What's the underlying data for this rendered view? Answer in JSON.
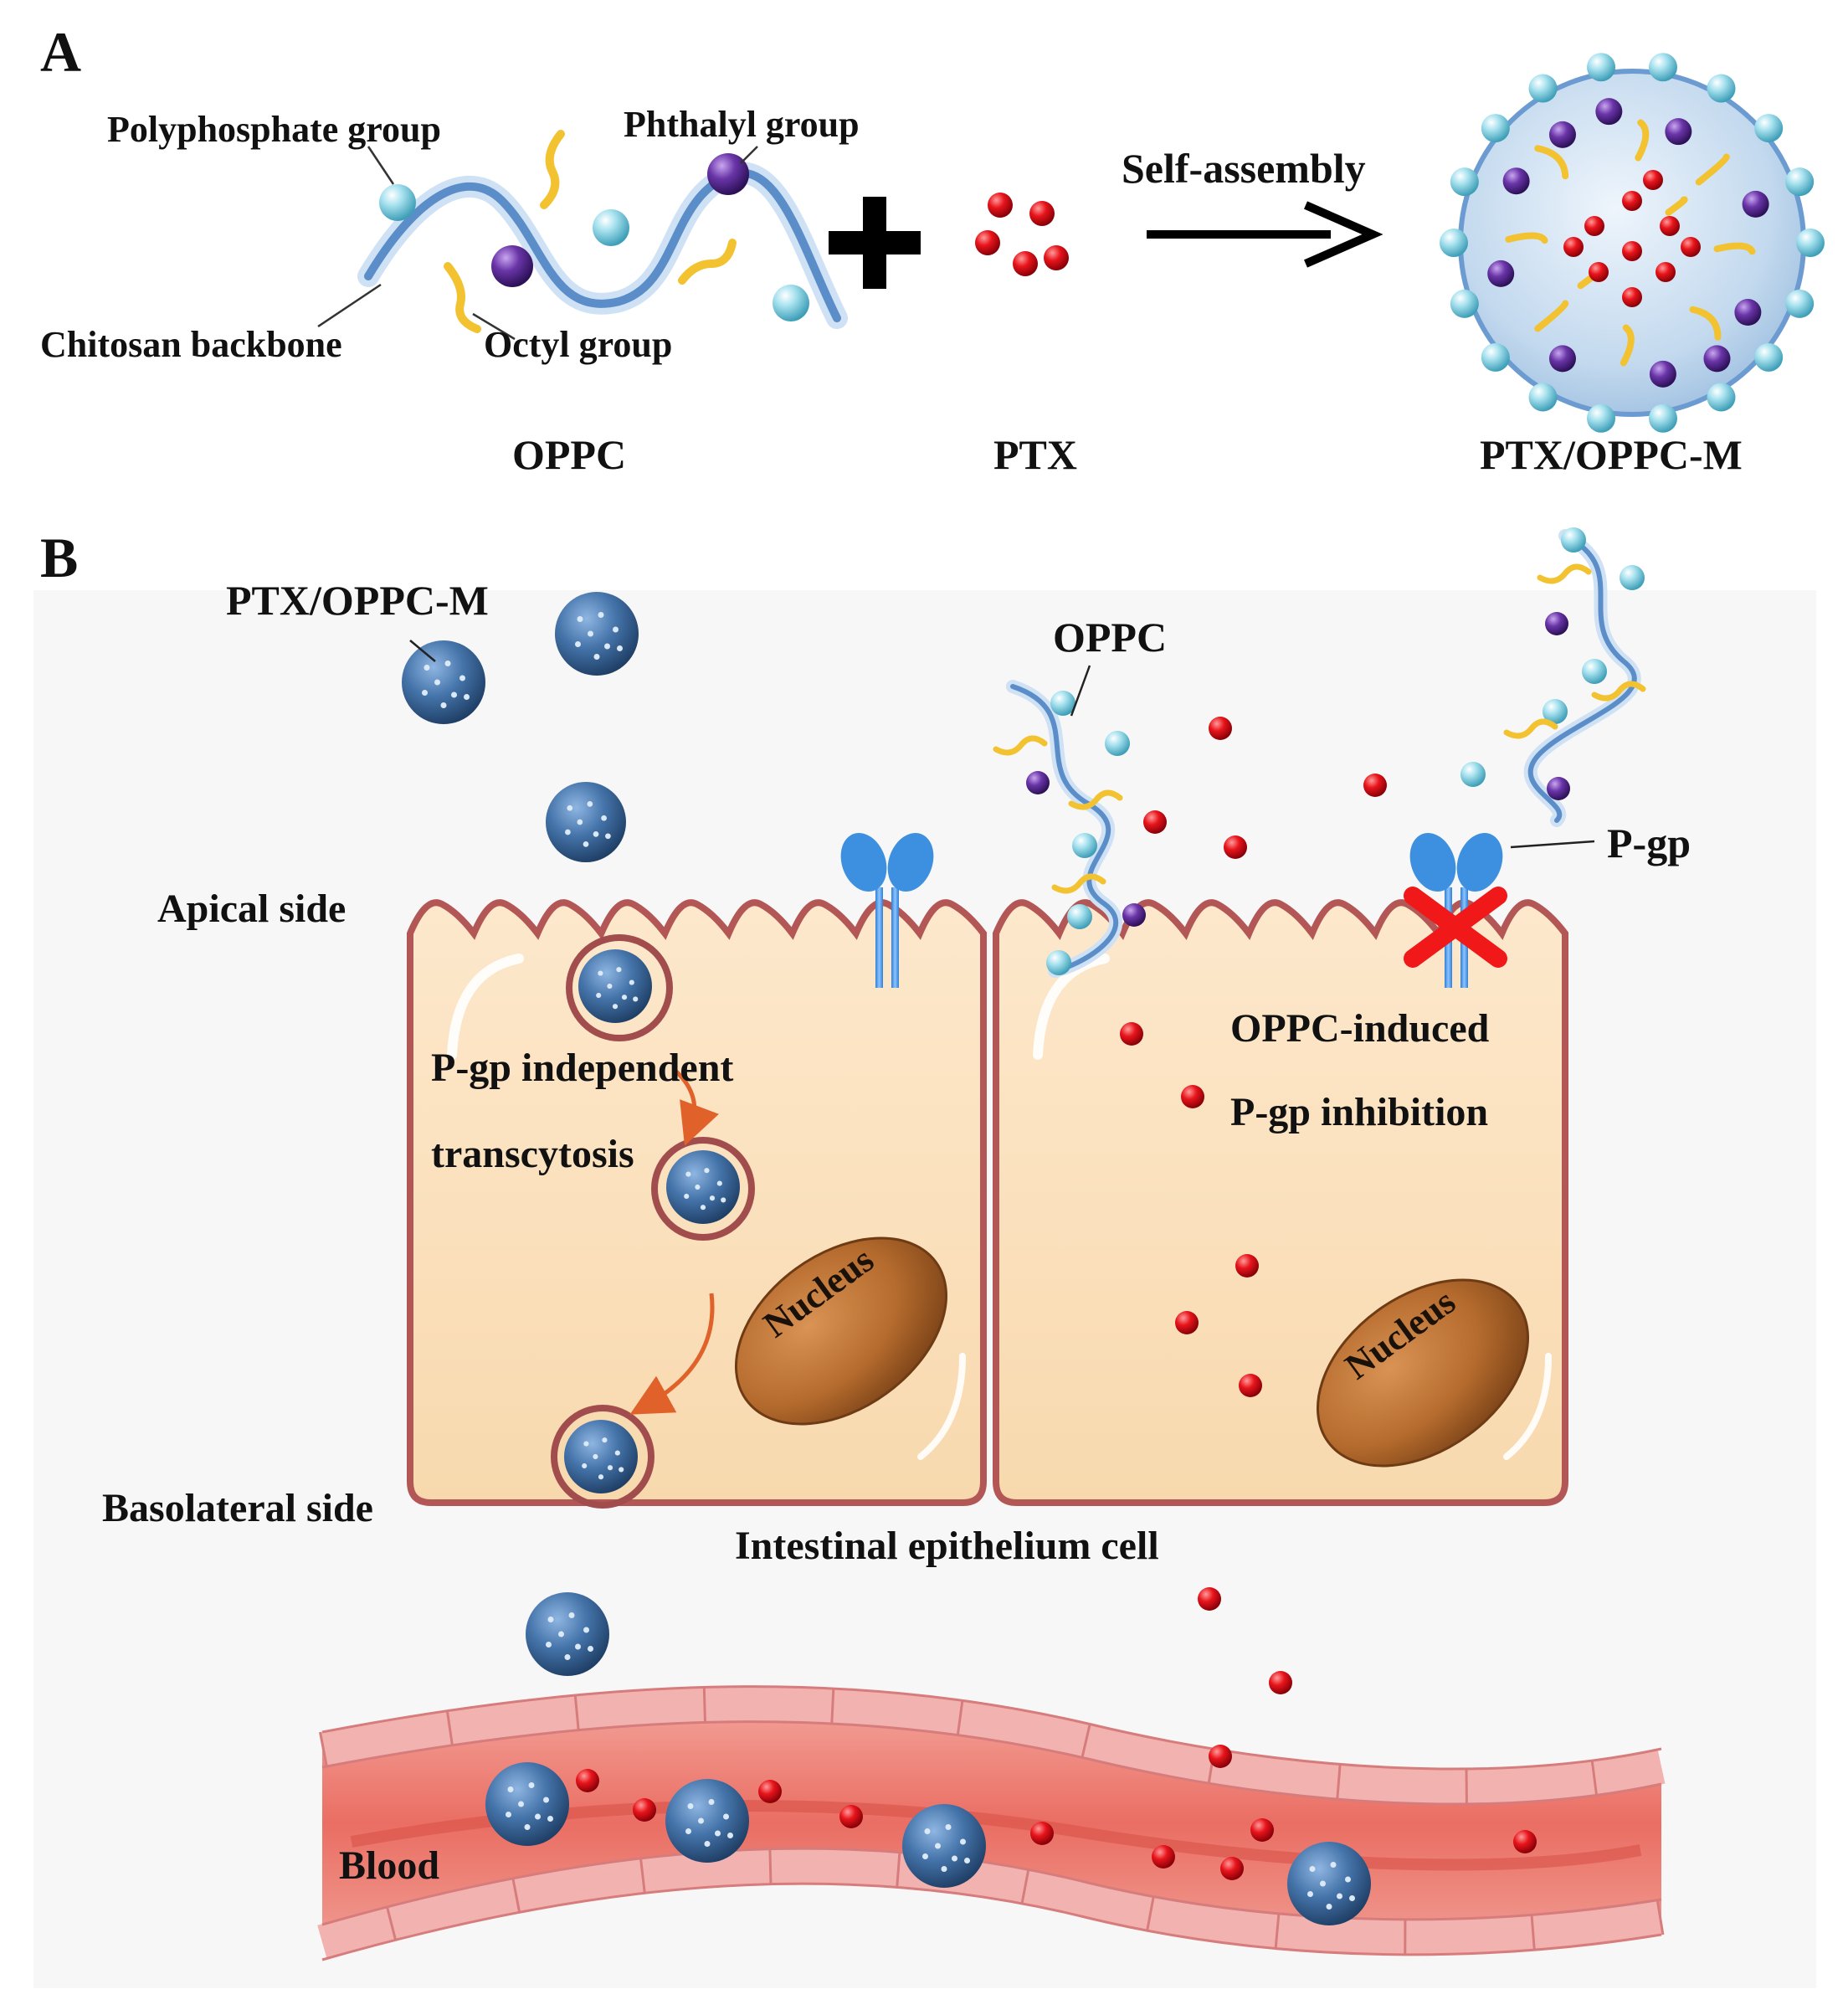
{
  "panel_a": {
    "letter": "A",
    "labels": {
      "polyphosphate": "Polyphosphate group",
      "phthalyl": "Phthalyl group",
      "chitosan": "Chitosan backbone",
      "octyl": "Octyl group",
      "self_assembly": "Self-assembly",
      "oppc": "OPPC",
      "ptx": "PTX",
      "micelle": "PTX/OPPC-M"
    }
  },
  "panel_b": {
    "letter": "B",
    "labels": {
      "micelle": "PTX/OPPC-M",
      "oppc": "OPPC",
      "pgp": "P-gp",
      "apical": "Apical side",
      "basolateral": "Basolateral side",
      "independent_1": "P-gp independent",
      "independent_2": "transcytosis",
      "induced_1": "OPPC-induced",
      "induced_2": "P-gp inhibition",
      "nucleus_left": "Nucleus",
      "nucleus_right": "Nucleus",
      "epithelium": "Intestinal epithelium cell",
      "blood": "Blood"
    }
  },
  "colors": {
    "drug": "#e0141b",
    "phosphate": "#8fd4e6",
    "phthalyl": "#5b2a8c",
    "octyl": "#f2c230",
    "ribbon": "#5b8ec9",
    "micelle_bead": "#3d6aa0",
    "cell_fill": "#fbe0bc",
    "cell_border": "#b35656",
    "nucleus": "#b06a30",
    "pgp": "#3d8fe0",
    "vessel": "#e9756c",
    "arrow": "#e0622a"
  }
}
